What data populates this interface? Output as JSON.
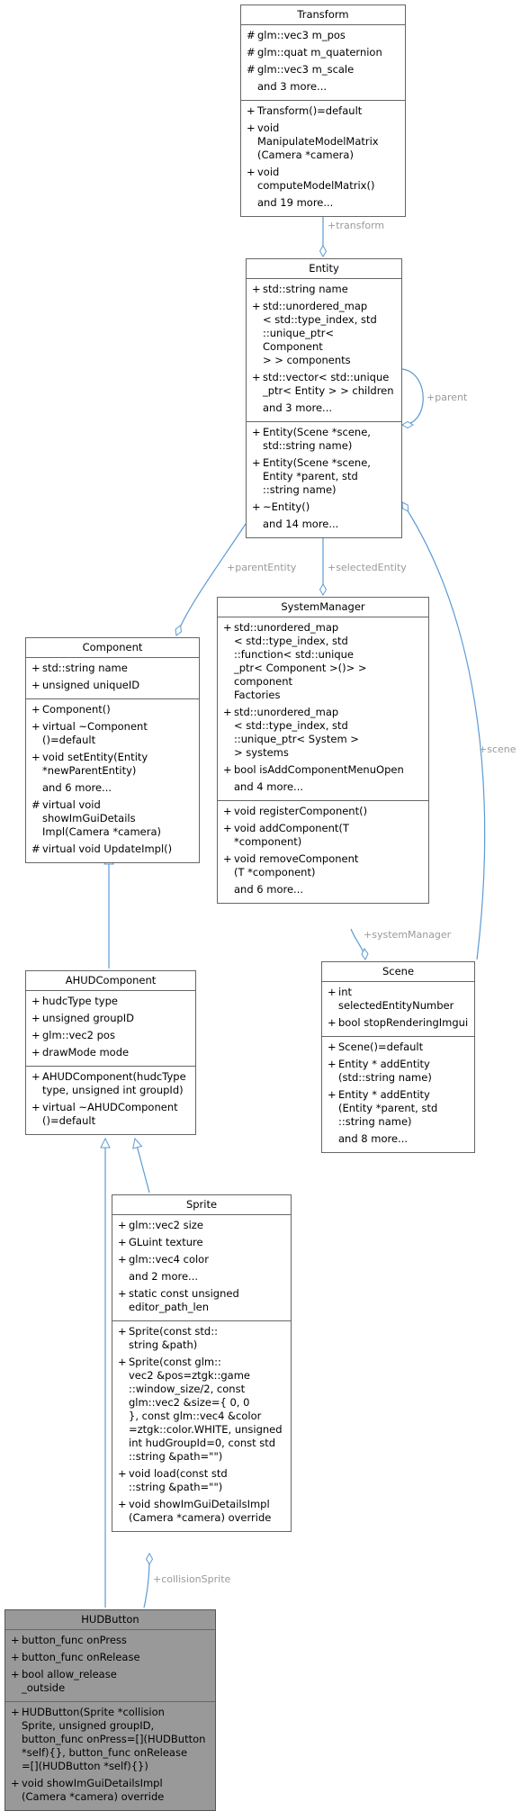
{
  "classes": {
    "transform": {
      "name": "Transform",
      "attributes": [
        {
          "vis": "#",
          "text": "glm::vec3 m_pos"
        },
        {
          "vis": "#",
          "text": "glm::quat m_quaternion"
        },
        {
          "vis": "#",
          "text": "glm::vec3 m_scale"
        }
      ],
      "attributes_more": "and 3 more...",
      "methods": [
        {
          "vis": "+",
          "text": "Transform()=default"
        },
        {
          "vis": "+",
          "text": "void ManipulateModelMatrix\n(Camera *camera)"
        },
        {
          "vis": "+",
          "text": "void computeModelMatrix()"
        }
      ],
      "methods_more": "and 19 more..."
    },
    "entity": {
      "name": "Entity",
      "attributes": [
        {
          "vis": "+",
          "text": "std::string name"
        },
        {
          "vis": "+",
          "text": "std::unordered_map\n< std::type_index, std\n::unique_ptr< Component\n> > components"
        },
        {
          "vis": "+",
          "text": "std::vector< std::unique\n_ptr< Entity > > children"
        }
      ],
      "attributes_more": "and 3 more...",
      "methods": [
        {
          "vis": "+",
          "text": "Entity(Scene *scene,\nstd::string name)"
        },
        {
          "vis": "+",
          "text": "Entity(Scene *scene,\nEntity *parent, std\n::string name)"
        },
        {
          "vis": "+",
          "text": "~Entity()"
        }
      ],
      "methods_more": "and 14 more..."
    },
    "component": {
      "name": "Component",
      "attributes": [
        {
          "vis": "+",
          "text": "std::string name"
        },
        {
          "vis": "+",
          "text": "unsigned uniqueID"
        }
      ],
      "methods": [
        {
          "vis": "+",
          "text": "Component()"
        },
        {
          "vis": "+",
          "text": "virtual ~Component\n()=default"
        },
        {
          "vis": "+",
          "text": "void setEntity(Entity\n*newParentEntity)"
        }
      ],
      "methods_more": "and 6 more...",
      "methods_extra": [
        {
          "vis": "#",
          "text": "virtual void showImGuiDetails\nImpl(Camera *camera)"
        },
        {
          "vis": "#",
          "text": "virtual void UpdateImpl()"
        }
      ]
    },
    "system_manager": {
      "name": "SystemManager",
      "attributes": [
        {
          "vis": "+",
          "text": "std::unordered_map\n< std::type_index, std\n::function< std::unique\n_ptr< Component >()> > component\nFactories"
        },
        {
          "vis": "+",
          "text": "std::unordered_map\n< std::type_index, std\n::unique_ptr< System >\n> systems"
        },
        {
          "vis": "+",
          "text": "bool isAddComponentMenuOpen"
        }
      ],
      "attributes_more": "and 4 more...",
      "methods": [
        {
          "vis": "+",
          "text": "void registerComponent()"
        },
        {
          "vis": "+",
          "text": "void addComponent(T\n*component)"
        },
        {
          "vis": "+",
          "text": "void removeComponent\n(T *component)"
        }
      ],
      "methods_more": "and 6 more..."
    },
    "ahud_component": {
      "name": "AHUDComponent",
      "attributes": [
        {
          "vis": "+",
          "text": "hudcType type"
        },
        {
          "vis": "+",
          "text": "unsigned groupID"
        },
        {
          "vis": "+",
          "text": "glm::vec2 pos"
        },
        {
          "vis": "+",
          "text": "drawMode mode"
        }
      ],
      "methods": [
        {
          "vis": "+",
          "text": "AHUDComponent(hudcType\ntype, unsigned int groupId)"
        },
        {
          "vis": "+",
          "text": "virtual ~AHUDComponent\n()=default"
        }
      ]
    },
    "scene": {
      "name": "Scene",
      "attributes": [
        {
          "vis": "+",
          "text": "int selectedEntityNumber"
        },
        {
          "vis": "+",
          "text": "bool stopRenderingImgui"
        }
      ],
      "methods": [
        {
          "vis": "+",
          "text": "Scene()=default"
        },
        {
          "vis": "+",
          "text": "Entity * addEntity\n(std::string name)"
        },
        {
          "vis": "+",
          "text": "Entity * addEntity\n(Entity *parent, std\n::string name)"
        }
      ],
      "methods_more": "and 8 more..."
    },
    "sprite": {
      "name": "Sprite",
      "attributes": [
        {
          "vis": "+",
          "text": "glm::vec2 size"
        },
        {
          "vis": "+",
          "text": "GLuint texture"
        },
        {
          "vis": "+",
          "text": "glm::vec4 color"
        }
      ],
      "attributes_more": "and 2 more...",
      "attributes_extra": [
        {
          "vis": "+",
          "text": "static const unsigned\neditor_path_len"
        }
      ],
      "methods": [
        {
          "vis": "+",
          "text": "Sprite(const std::\nstring &path)"
        },
        {
          "vis": "+",
          "text": "Sprite(const glm::\nvec2 &pos=ztgk::game\n::window_size/2, const\nglm::vec2 &size={ 0, 0\n}, const glm::vec4 &color\n=ztgk::color.WHITE, unsigned\nint hudGroupId=0, const std\n::string &path=\"\")"
        },
        {
          "vis": "+",
          "text": "void load(const std\n::string &path=\"\")"
        },
        {
          "vis": "+",
          "text": "void showImGuiDetailsImpl\n(Camera *camera) override"
        }
      ]
    },
    "hud_button": {
      "name": "HUDButton",
      "attributes": [
        {
          "vis": "+",
          "text": "button_func onPress"
        },
        {
          "vis": "+",
          "text": "button_func onRelease"
        },
        {
          "vis": "+",
          "text": "bool allow_release\n_outside"
        }
      ],
      "methods": [
        {
          "vis": "+",
          "text": "HUDButton(Sprite *collision\nSprite, unsigned groupID,\nbutton_func onPress=[](HUDButton\n*self){}, button_func onRelease\n=[](HUDButton *self){})"
        },
        {
          "vis": "+",
          "text": "void showImGuiDetailsImpl\n(Camera *camera) override"
        }
      ]
    }
  },
  "edge_labels": {
    "transform": "+transform",
    "parent": "+parent",
    "parent_entity": "+parentEntity",
    "selected_entity": "+selectedEntity",
    "scene": "+scene",
    "system_manager": "+systemManager",
    "collision_sprite": "+collisionSprite"
  },
  "colors": {
    "edge": "#5b9bd5",
    "node_border": "#666666",
    "focus_fill": "#999999",
    "label": "#9a9a9a"
  }
}
